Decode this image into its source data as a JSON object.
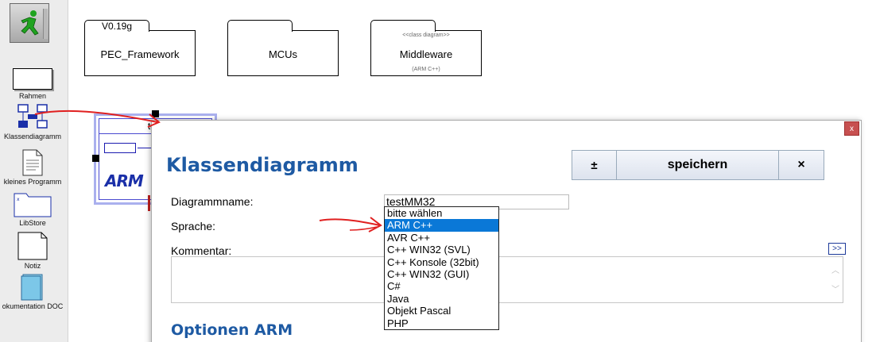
{
  "toolbar": {
    "tools": [
      {
        "label": "Rahmen",
        "icon": "frame-icon"
      },
      {
        "label": "Klassendiagramm",
        "icon": "class-diagram-icon"
      },
      {
        "label": "kleines Programm",
        "icon": "document-icon"
      },
      {
        "label": "LibStore",
        "icon": "folder-icon"
      },
      {
        "label": "Notiz",
        "icon": "note-icon"
      },
      {
        "label": "okumentation DOC",
        "icon": "doc-folder-icon"
      }
    ]
  },
  "canvas": {
    "packages": [
      {
        "tab": "V0.19g",
        "name": "PEC_Framework",
        "stereotype": "",
        "sub": ""
      },
      {
        "tab": "",
        "name": "MCUs",
        "stereotype": "",
        "sub": ""
      },
      {
        "tab": "",
        "name": "Middleware",
        "stereotype": "<<class diagram>>",
        "sub": "(ARM C++)"
      }
    ],
    "selected_diagram": {
      "title": "test",
      "logo": "ARM"
    }
  },
  "dialog": {
    "title": "Klassendiagramm",
    "close_glyph": "x",
    "buttons": {
      "toggle": "±",
      "save": "speichern",
      "close": "×"
    },
    "fields": {
      "name_label": "Diagrammname:",
      "name_value": "testMM32",
      "language_label": "Sprache:",
      "comment_label": "Kommentar:",
      "expand": ">>"
    },
    "section_title": "Optionen ARM"
  },
  "dropdown": {
    "options": [
      "bitte wählen",
      "ARM C++",
      "AVR C++",
      "C++ WIN32 (SVL)",
      "C++ Konsole (32bit)",
      "C++ WIN32 (GUI)",
      "C#",
      "Java",
      "Objekt Pascal",
      "PHP"
    ],
    "selected_index": 1
  },
  "colors": {
    "accent": "#1e5aa3",
    "selection": "#0a78d7",
    "annotation": "#e02020",
    "close_button": "#c75050"
  }
}
